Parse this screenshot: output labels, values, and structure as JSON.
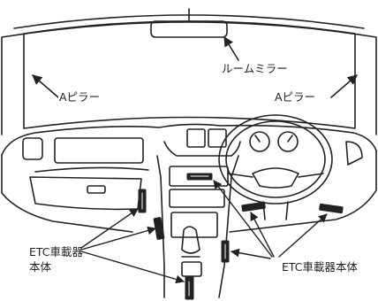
{
  "labels": {
    "room_mirror": "ルームミラー",
    "a_pillar_left": "Aピラー",
    "a_pillar_right": "Aピラー",
    "etc_left_line1": "ETC車載器",
    "etc_left_line2": "本体",
    "etc_right": "ETC車載器本体"
  },
  "colors": {
    "line": "#222222",
    "background": "#ffffff"
  }
}
